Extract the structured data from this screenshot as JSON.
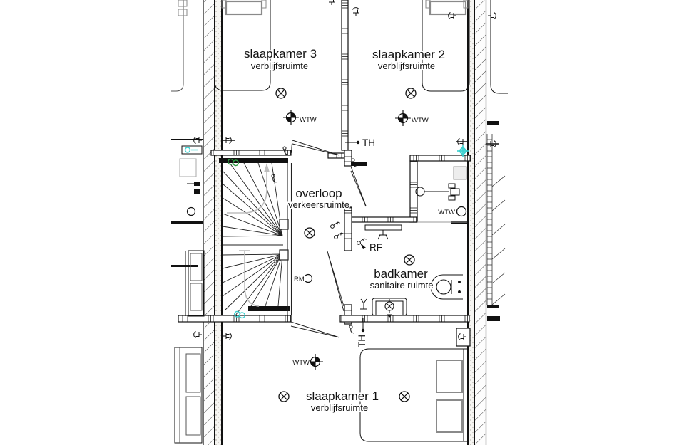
{
  "plan": {
    "kind": "floorplan-upper-storey",
    "rooms": [
      {
        "name": "slaapkamer 3",
        "type": "verblijfsruimte"
      },
      {
        "name": "slaapkamer 2",
        "type": "verblijfsruimte"
      },
      {
        "name": "overloop",
        "type": "verkeersruimte"
      },
      {
        "name": "badkamer",
        "type": "sanitaire ruimte"
      },
      {
        "name": "slaapkamer 1",
        "type": "verblijfsruimte"
      }
    ],
    "annotations": {
      "wtw": "WTW",
      "th": "TH",
      "rf": "RF",
      "rm": "RM"
    },
    "colors": {
      "line": "#111111",
      "furniture_gray": "#8a8a8a",
      "walking_line": "#bdbdbd",
      "vent_green": "#2f9e44",
      "vent_cyan": "#3bd0cf",
      "drain_gray": "#ededed"
    }
  }
}
